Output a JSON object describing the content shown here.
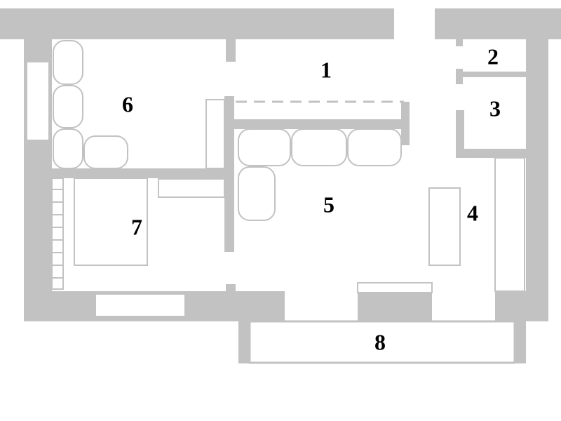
{
  "colors": {
    "wall": "#c2c2c2",
    "furniture_fill": "#ffffff",
    "furniture_stroke": "#c2c2c2",
    "background": "#ffffff",
    "label": "#000000"
  },
  "rooms": [
    {
      "label": "1"
    },
    {
      "label": "2"
    },
    {
      "label": "3"
    },
    {
      "label": "4"
    },
    {
      "label": "5"
    },
    {
      "label": "6"
    },
    {
      "label": "7"
    },
    {
      "label": "8"
    }
  ]
}
